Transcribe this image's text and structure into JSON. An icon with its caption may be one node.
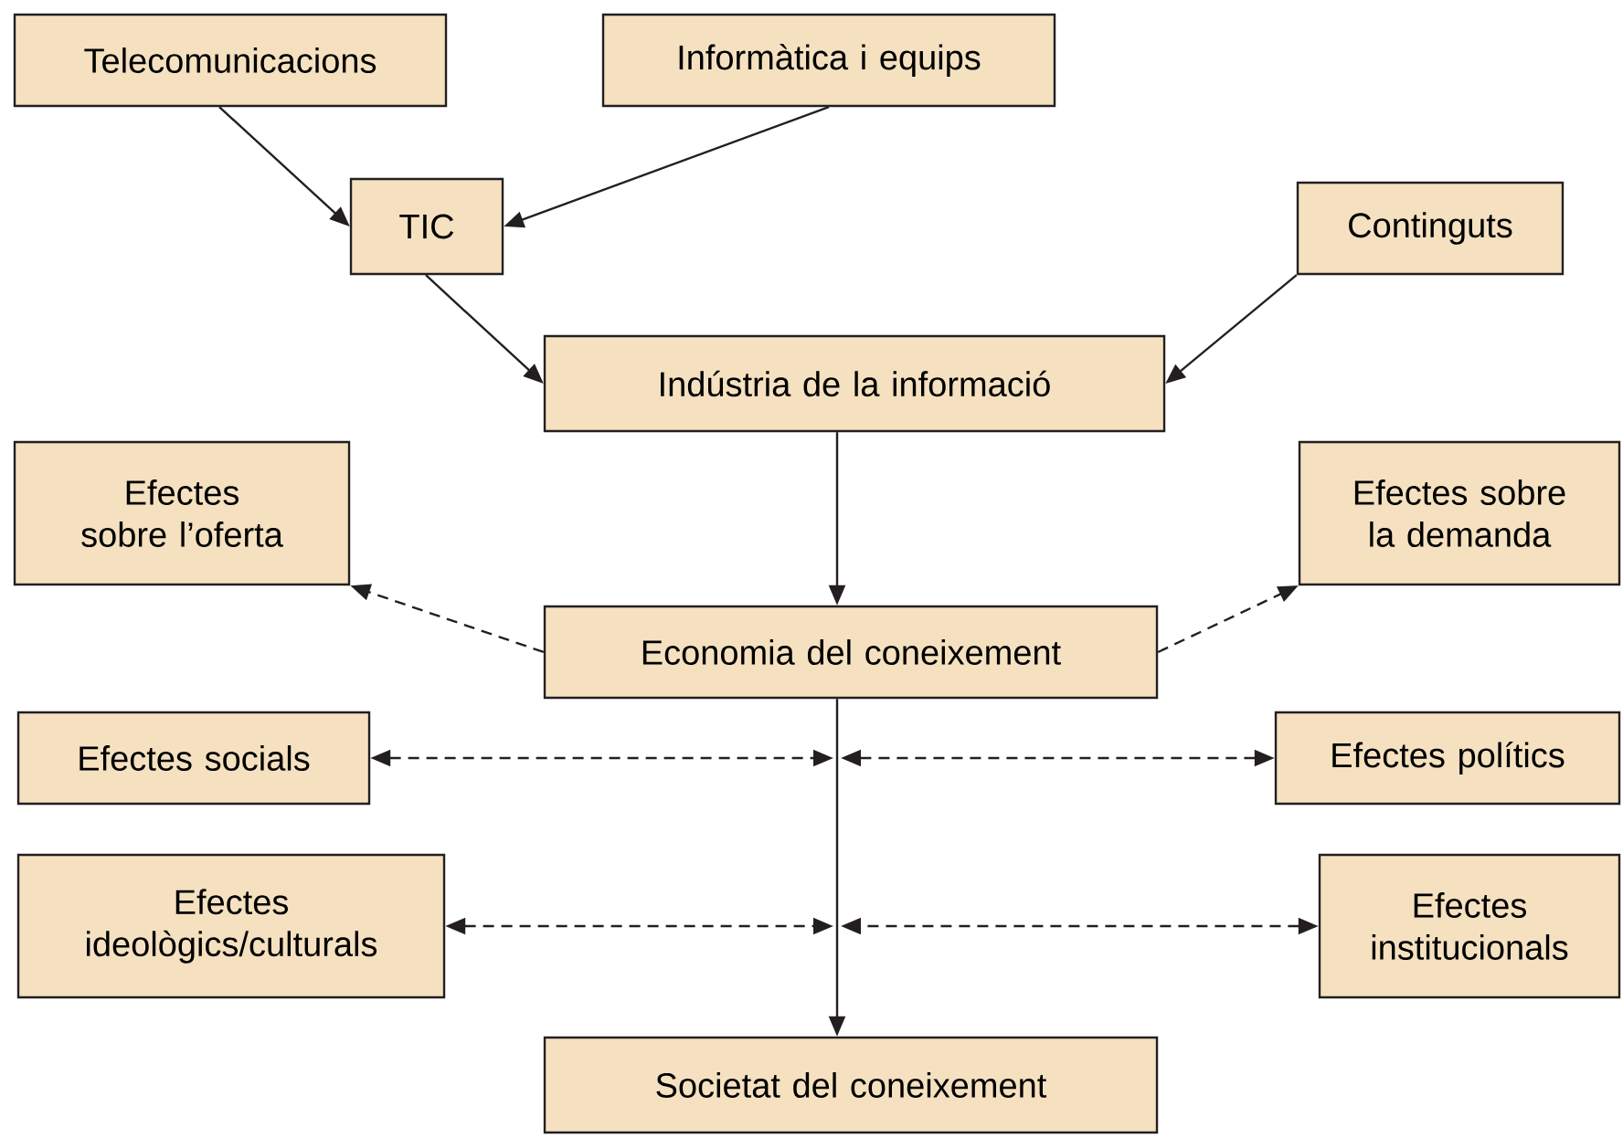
{
  "diagram": {
    "nodes": [
      {
        "text": [
          "Telecomunicacions"
        ]
      },
      {
        "text": [
          "Informàtica i equips"
        ]
      },
      {
        "text": [
          "TIC"
        ]
      },
      {
        "text": [
          "Continguts"
        ]
      },
      {
        "text": [
          "Indústria de la informació"
        ]
      },
      {
        "text": [
          "Efectes sobre l’oferta"
        ]
      },
      {
        "text": [
          "Efectes sobre la demanda"
        ]
      },
      {
        "text": [
          "Economia del coneixement"
        ]
      },
      {
        "text": [
          "Efectes socials"
        ]
      },
      {
        "text": [
          "Efectes polítics"
        ]
      },
      {
        "text": [
          "Efectes ideològics/culturals"
        ]
      },
      {
        "text": [
          "Efectes institucionals"
        ]
      },
      {
        "text": [
          "Societat del coneixement"
        ]
      }
    ],
    "edges": [
      {
        "from": 0,
        "to": 2,
        "arrow": "to"
      },
      {
        "from": 1,
        "to": 2,
        "arrow": "to"
      },
      {
        "from": 2,
        "to": 4,
        "arrow": "to"
      },
      {
        "from": 3,
        "to": 4,
        "arrow": "to"
      },
      {
        "from": 4,
        "to": 7,
        "arrow": "to"
      },
      {
        "from": 7,
        "to": 5,
        "arrow": "to",
        "style": "dashed"
      },
      {
        "from": 7,
        "to": 6,
        "arrow": "to",
        "style": "dashed"
      },
      {
        "from": 7,
        "to": 12,
        "arrow": "to"
      },
      {
        "from": 8,
        "to": null,
        "arrow": "both",
        "style": "dashed"
      },
      {
        "from": 9,
        "to": null,
        "arrow": "both",
        "style": "dashed"
      },
      {
        "from": 10,
        "to": null,
        "arrow": "both",
        "style": "dashed"
      },
      {
        "from": 11,
        "to": null,
        "arrow": "both",
        "style": "dashed"
      }
    ]
  }
}
